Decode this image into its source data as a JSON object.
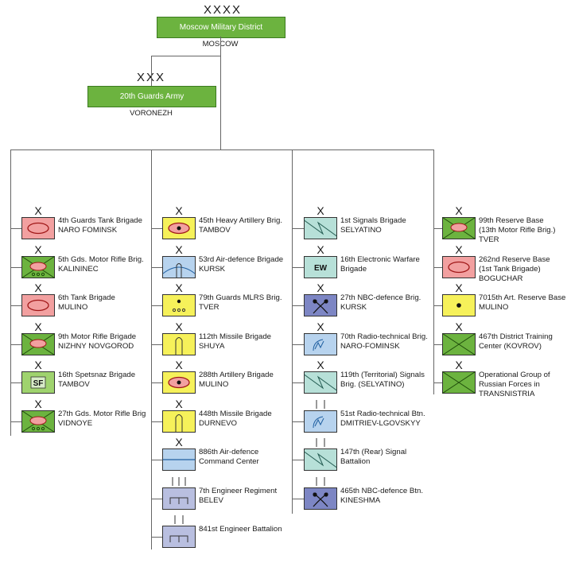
{
  "colors": {
    "green": "#6cb33f",
    "red": "#f2a0a0",
    "yellow": "#f6f15a",
    "blue": "#b7d3ee",
    "teal": "#b7e0d8",
    "purple": "#7d86c4",
    "lavender": "#b9bfe0",
    "lightgreen": "#9fd36e"
  },
  "root": {
    "echelon": "XXXX",
    "name": "Moscow Military District",
    "location": "MOSCOW"
  },
  "army": {
    "echelon": "XXX",
    "name": "20th Guards Army",
    "location": "VORONEZH"
  },
  "columns": [
    {
      "units": [
        {
          "echelon": "X",
          "icon": "armour-icon",
          "color": "red",
          "label": "4th Guards Tank Brigade\nNARO FOMINSK"
        },
        {
          "echelon": "X",
          "icon": "motor-rifle-icon",
          "color": "green",
          "label": "5th Gds. Motor Rifle Brig.\nKALININEC"
        },
        {
          "echelon": "X",
          "icon": "armour-icon",
          "color": "red",
          "label": "6th Tank Brigade\nMULINO"
        },
        {
          "echelon": "X",
          "icon": "mech-infantry-icon",
          "color": "green",
          "label": "9th Motor Rifle Brigade\nNIZHNY NOVGOROD"
        },
        {
          "echelon": "X",
          "icon": "special-forces-icon",
          "color": "lightgreen",
          "sym_text": "SF",
          "label": "16th Spetsnaz Brigade\nTAMBOV"
        },
        {
          "echelon": "X",
          "icon": "motor-rifle-icon",
          "color": "green",
          "label": "27th Gds. Motor Rifle Brig\nVIDNOYE"
        }
      ]
    },
    {
      "units": [
        {
          "echelon": "X",
          "icon": "heavy-artillery-icon",
          "color": "yellow",
          "label": "45th Heavy Artillery Brig.\nTAMBOV"
        },
        {
          "echelon": "X",
          "icon": "air-defence-icon",
          "color": "blue",
          "label": "53rd Air-defence Brigade\nKURSK"
        },
        {
          "echelon": "X",
          "icon": "mlrs-icon",
          "color": "yellow",
          "label": "79th Guards MLRS Brig.\nTVER"
        },
        {
          "echelon": "X",
          "icon": "missile-icon",
          "color": "yellow",
          "label": "112th Missile Brigade\nSHUYA"
        },
        {
          "echelon": "X",
          "icon": "heavy-artillery-icon",
          "color": "yellow",
          "label": "288th Artillery Brigade\nMULINO"
        },
        {
          "echelon": "X",
          "icon": "missile-icon",
          "color": "yellow",
          "label": "448th Missile Brigade\nDURNEVO"
        },
        {
          "echelon": "X",
          "icon": "air-defence-command-icon",
          "color": "blue",
          "label": "886th Air-defence\nCommand Center"
        },
        {
          "echelon": "III",
          "icon": "engineer-icon",
          "color": "lavender",
          "label": "7th Engineer Regiment\nBELEV"
        },
        {
          "echelon": "II",
          "icon": "engineer-icon",
          "color": "lavender",
          "label": "841st Engineer Battalion"
        }
      ]
    },
    {
      "units": [
        {
          "echelon": "X",
          "icon": "signals-icon",
          "color": "teal",
          "label": "1st Signals Brigade\nSELYATINO"
        },
        {
          "echelon": "X",
          "icon": "electronic-warfare-icon",
          "color": "teal",
          "sym_text": "EW",
          "label": "16th Electronic Warfare\nBrigade"
        },
        {
          "echelon": "X",
          "icon": "nbc-icon",
          "color": "purple",
          "label": "27th NBC-defence Brig.\nKURSK"
        },
        {
          "echelon": "X",
          "icon": "radio-technical-icon",
          "color": "blue",
          "label": "70th Radio-technical Brig.\nNARO-FOMINSK"
        },
        {
          "echelon": "X",
          "icon": "signals-icon",
          "color": "teal",
          "label": "119th (Territorial) Signals\nBrig. (SELYATINO)"
        },
        {
          "echelon": "II",
          "icon": "radio-technical-icon",
          "color": "blue",
          "label": "51st Radio-technical Btn.\nDMITRIEV-LGOVSKYY"
        },
        {
          "echelon": "II",
          "icon": "signals-icon",
          "color": "teal",
          "label": "147th (Rear) Signal\nBattalion"
        },
        {
          "echelon": "II",
          "icon": "nbc-icon",
          "color": "purple",
          "label": "465th NBC-defence Btn.\nKINESHMA"
        }
      ]
    },
    {
      "units": [
        {
          "echelon": "X",
          "icon": "motor-rifle-reserve-icon",
          "color": "green",
          "label": "99th Reserve Base\n(13th Motor Rifle Brig.)\nTVER"
        },
        {
          "echelon": "X",
          "icon": "armour-icon",
          "color": "red",
          "label": "262nd Reserve Base\n(1st Tank Brigade)\nBOGUCHAR"
        },
        {
          "echelon": "X",
          "icon": "artillery-reserve-icon",
          "color": "yellow",
          "label": "7015th Art. Reserve Base\nMULINO"
        },
        {
          "echelon": "X",
          "icon": "infantry-icon",
          "color": "green",
          "label": "467th District Training\nCenter (KOVROV)"
        },
        {
          "echelon": "X",
          "icon": "infantry-icon",
          "color": "green",
          "label": "Operational Group of\nRussian Forces in\nTRANSNISTRIA"
        }
      ]
    }
  ]
}
